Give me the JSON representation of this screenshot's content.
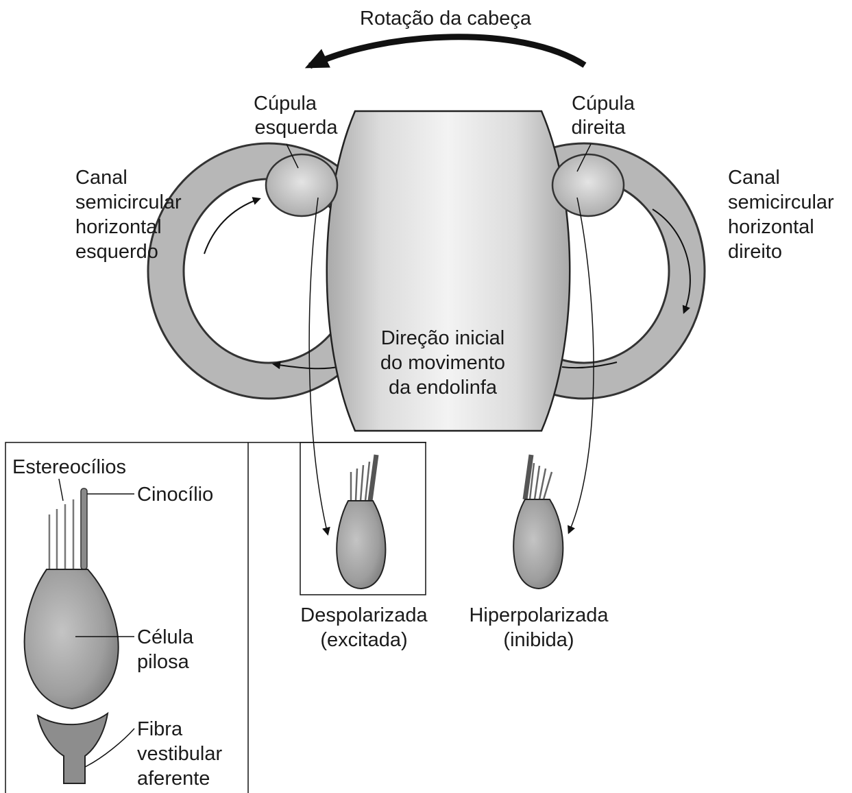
{
  "title": "Rotação da cabeça",
  "labels": {
    "cupula_left": [
      "Cúpula",
      "esquerda"
    ],
    "cupula_right": [
      "Cúpula",
      "direita"
    ],
    "canal_left": [
      "Canal",
      "semicircular",
      "horizontal",
      "esquerdo"
    ],
    "canal_right": [
      "Canal",
      "semicircular",
      "horizontal",
      "direito"
    ],
    "endolymph": [
      "Direção inicial",
      "do movimento",
      "da endolinfa"
    ],
    "depolarized": [
      "Despolarizada",
      "(excitada)"
    ],
    "hyperpolarized": [
      "Hiperpolarizada",
      "(inibida)"
    ]
  },
  "inset": {
    "stereocilia": "Estereocílios",
    "kinocilium": "Cinocílio",
    "hair_cell": [
      "Célula",
      "pilosa"
    ],
    "afferent_fiber": [
      "Fibra",
      "vestibular",
      "aferente"
    ]
  }
}
